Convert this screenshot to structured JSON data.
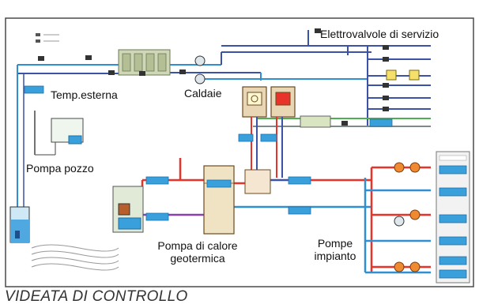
{
  "labels": {
    "elettrovalvole": "Elettrovalvole di servizio",
    "temp_esterna": "Temp.esterna",
    "caldaie": "Caldaie",
    "pompa_pozzo": "Pompa pozzo",
    "pompa_calore": "Pompa di calore",
    "pompa_calore_2": "geotermica",
    "pompe_impianto": "Pompe",
    "pompe_impianto_2": "impianto",
    "title": "VIDEATA DI CONTROLLO"
  },
  "colors": {
    "frame": "#4a4a4a",
    "red": "#e8332a",
    "blue": "#2f8fd0",
    "navy": "#3c52a8",
    "purple": "#8a3fb0",
    "green": "#4caf50",
    "gray": "#7d8a8a",
    "display": "#3aa0dc"
  },
  "icons": [
    "valve-icon",
    "pump-icon",
    "boiler-icon",
    "tank-icon",
    "manifold-icon",
    "sensor-icon"
  ]
}
